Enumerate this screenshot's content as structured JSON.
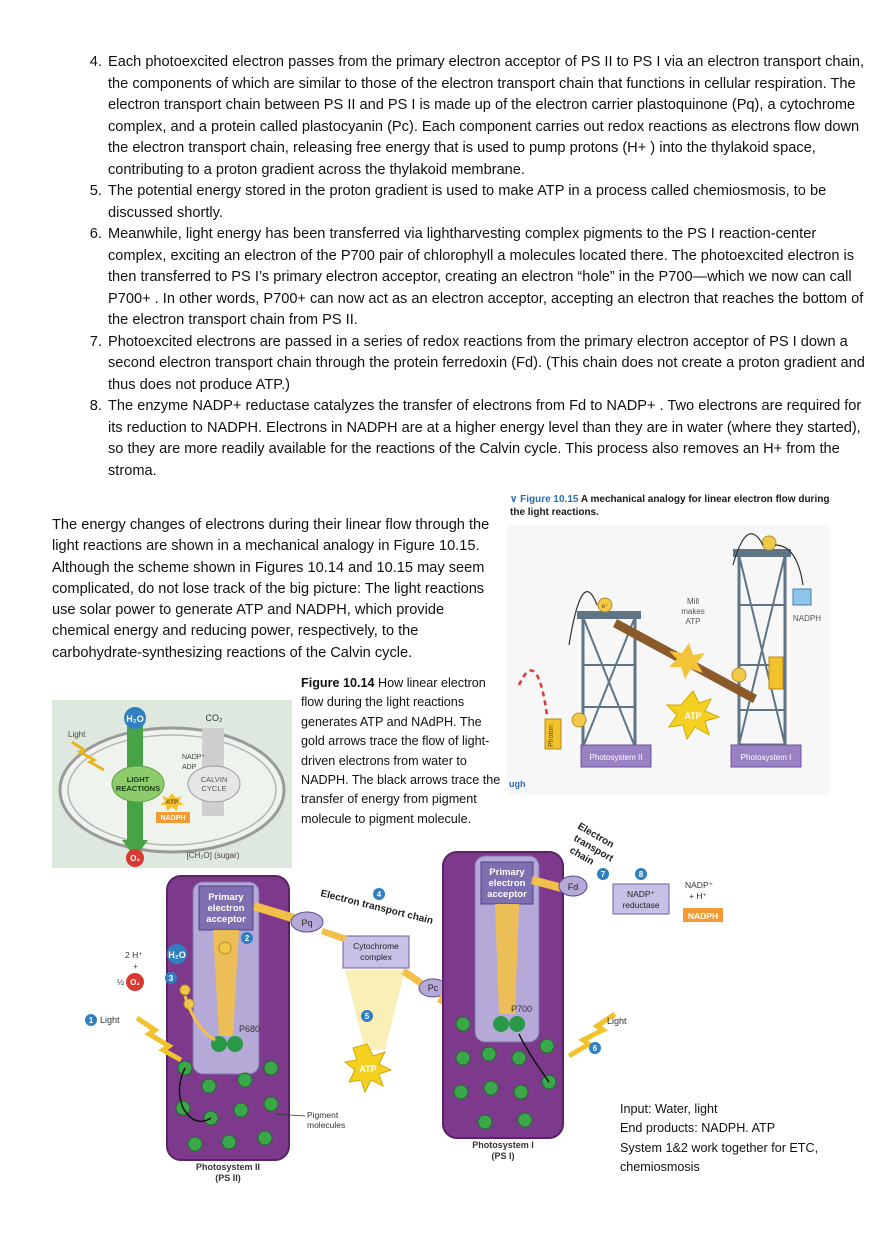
{
  "steps": [
    {
      "num": "4.",
      "text": "Each photoexcited electron passes from the primary electron acceptor of PS II to PS I via an electron transport chain, the components of which are similar to those of the electron transport chain that functions in cellular respiration. The electron transport chain between PS II and PS I is made up of the electron carrier plastoquinone (Pq), a cytochrome complex, and a protein called plastocyanin (Pc). Each component carries out redox reactions as electrons flow down the electron transport chain, releasing free energy that is used to pump protons (H+ ) into the thylakoid space, contributing to a proton gradient across the thylakoid membrane."
    },
    {
      "num": "5.",
      "text": "The potential energy stored in the proton gradient is used to make ATP in a process called chemiosmosis, to be discussed shortly."
    },
    {
      "num": "6.",
      "text": "Meanwhile, light energy has been transferred via lightharvesting complex pigments to the PS I reaction-center complex, exciting an electron of the P700 pair of chlorophyll a molecules located there. The photoexcited electron is then transferred to PS I’s primary electron acceptor, creating an electron “hole” in the P700—which we now can call P700+ . In other words, P700+ can now act as an electron acceptor, accepting an electron that reaches the bottom of the electron transport chain from PS II."
    },
    {
      "num": "7.",
      "text": " Photoexcited electrons are passed in a series of redox reactions from the primary electron acceptor of PS I down a second electron transport chain through the protein ferredoxin (Fd). (This chain does not create a proton gradient and thus does not produce ATP.)"
    },
    {
      "num": "8.",
      "text": "The enzyme NADP+ reductase catalyzes the transfer of electrons from Fd to NADP+ . Two electrons are required for its reduction to NADPH. Electrons in NADPH are at a higher energy level than they are in water (where they started), so they are more readily available for the reactions of the Calvin cycle. This process also removes an H+ from the stroma."
    }
  ],
  "paragraph": "The energy changes of electrons during their linear flow through the light reactions are shown in a mechanical analogy in Figure 10.15. Although the scheme shown in Figures 10.14 and 10.15 may seem complicated, do not lose track of the big picture: The light reactions use solar power to generate ATP and NADPH, which provide chemical energy and reducing power, respectively, to the carbohydrate-synthesizing reactions of the Calvin cycle.",
  "fig14_caption": {
    "bold": "Figure 10.14",
    "text": " How linear electron flow during the light reactions generates ATP and NAdPH. The gold arrows trace the flow of light-driven electrons from water to NADPH. The black arrows trace the transfer of energy from pigment molecule to pigment molecule."
  },
  "fig15_caption": {
    "marker": "∨ Figure 10.15",
    "text": " A mechanical analogy for linear electron flow during the light reactions."
  },
  "notes": [
    "Input: Water, light",
    "End products: NADPH. ATP",
    "System 1&2 work together for ETC, chemiosmosis"
  ],
  "overview": {
    "h2o": "H₂O",
    "co2": "CO₂",
    "light": "Light",
    "nadp": "NADP⁺",
    "adp": "ADP",
    "light_reactions": [
      "LIGHT",
      "REACTIONS"
    ],
    "calvin": [
      "CALVIN",
      "CYCLE"
    ],
    "atp": "ATP",
    "nadph": "NADPH",
    "o2": "O₂",
    "sugar": "[CH₂O] (sugar)"
  },
  "analogy": {
    "mill": [
      "Mill",
      "makes",
      "ATP"
    ],
    "nadph": "NADPH",
    "photon": "Photon",
    "ps2": "Photosystem II",
    "ps1": "Photosystem I",
    "atp": "ATP",
    "e": "e⁻",
    "cut_ugh": "ugh"
  },
  "scheme": {
    "primary_acceptor": [
      "Primary",
      "electron",
      "acceptor"
    ],
    "etc_label": "Electron transport chain",
    "etc2_label": [
      "Electron",
      "transport",
      "chain"
    ],
    "pq": "Pq",
    "cytochrome": [
      "Cytochrome",
      "complex"
    ],
    "pc": "Pc",
    "fd": "Fd",
    "nadp_reductase": [
      "NADP⁺",
      "reductase"
    ],
    "nadp_plus": [
      "NADP⁺",
      "+ H⁺"
    ],
    "nadph": "NADPH",
    "h2o": "H₂O",
    "two_h": [
      "2 H⁺",
      "+"
    ],
    "half": "½",
    "o2": "O₂",
    "light": "Light",
    "p680": "P680",
    "p700": "P700",
    "atp": "ATP",
    "pigment": [
      "Pigment",
      "molecules"
    ],
    "ps2": [
      "Photosystem II",
      "(PS II)"
    ],
    "ps1": [
      "Photosystem I",
      "(PS I)"
    ],
    "badges": [
      "1",
      "2",
      "3",
      "4",
      "5",
      "6",
      "7",
      "8"
    ],
    "e": "e⁻"
  }
}
